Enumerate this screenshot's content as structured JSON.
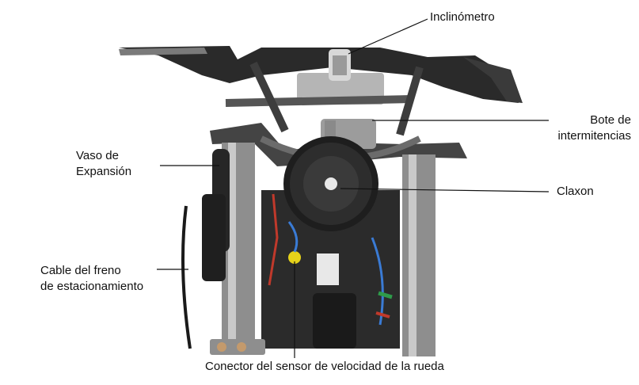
{
  "figure": {
    "colors": {
      "background": "#ffffff",
      "leader_line": "#111111",
      "frame_dark": "#2a2a2a",
      "chrome": "#9a9a9a",
      "horn": "#1e1e1e",
      "wire_blue": "#3a7bd5",
      "wire_red": "#c0392b",
      "connector_yellow": "#e6d21a"
    },
    "labels": {
      "inclinometer": "Inclinómetro",
      "turn_signal_relay": "Bote de\nintermitencias",
      "expansion_tank": "Vaso de\nExpansión",
      "horn": "Claxon",
      "parking_brake_cable": "Cable del freno\nde estacionamiento",
      "wheel_speed_sensor_connector": "Conector del sensor de velocidad de la rueda"
    }
  }
}
